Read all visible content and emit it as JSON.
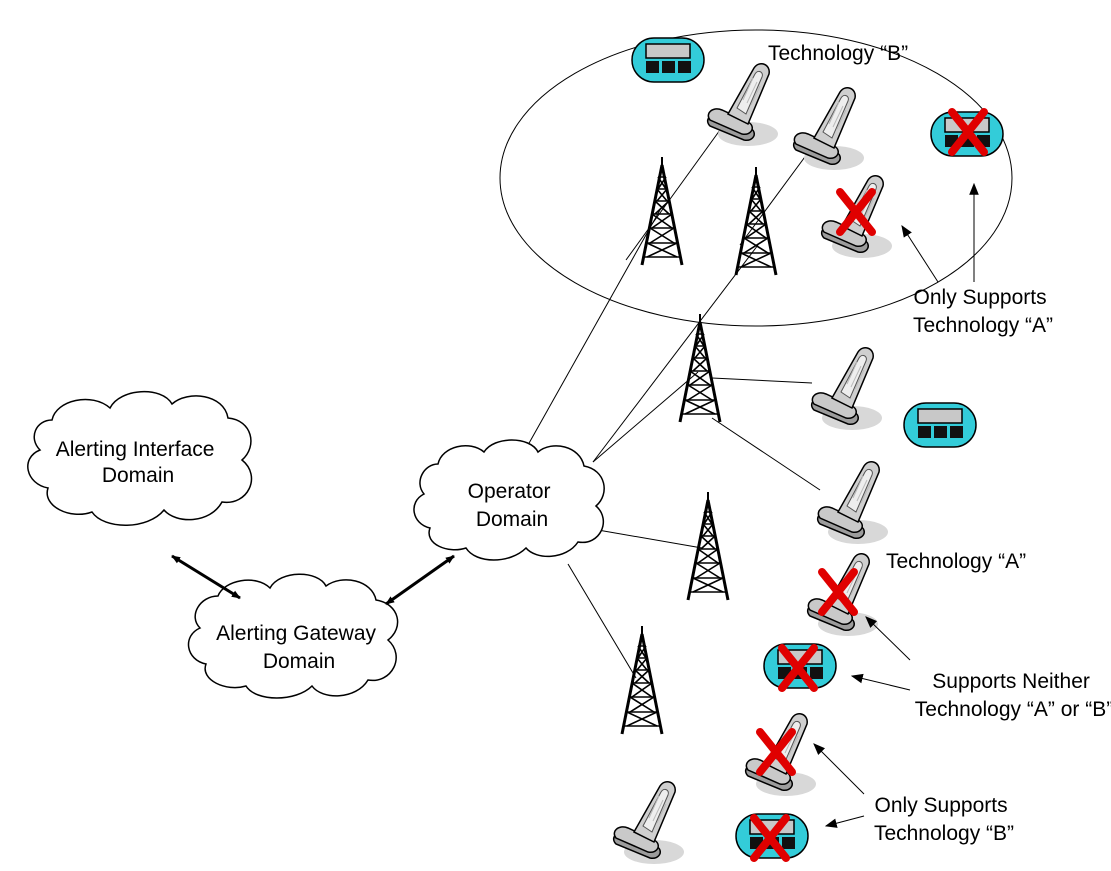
{
  "labels": {
    "alerting_interface": [
      "Alerting Interface",
      "Domain"
    ],
    "alerting_gateway": [
      "Alerting Gateway",
      "Domain"
    ],
    "operator": [
      "Operator",
      "Domain"
    ],
    "technology_b": "Technology “B”",
    "technology_a": "Technology “A”",
    "only_supports_a": [
      "Only Supports",
      "Technology “A”"
    ],
    "supports_neither": [
      "Supports Neither",
      "Technology “A” or “B”"
    ],
    "only_supports_b": [
      "Only Supports",
      "Technology “B”"
    ]
  },
  "colors": {
    "device_fill": "#33ccd9",
    "phone_body": "#c8c8c8",
    "cross": "#e00000",
    "outline": "#000000"
  },
  "icons": {
    "cloud": "cloud-icon",
    "tower": "cell-tower-icon",
    "phone": "flip-phone-icon",
    "receiver": "receiver-device-icon",
    "unsupported": "x-mark-icon"
  }
}
